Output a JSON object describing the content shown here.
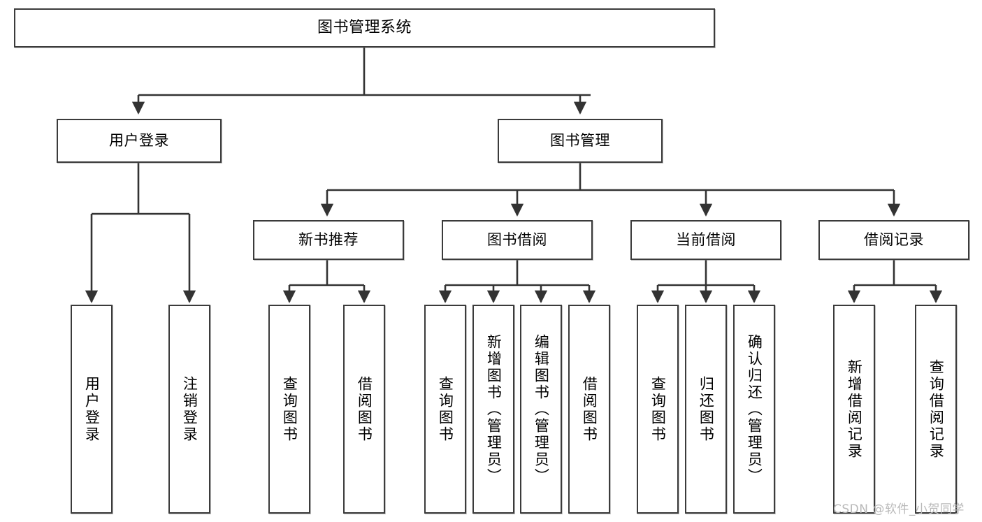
{
  "diagram": {
    "title": "图书管理系统",
    "type": "tree-hierarchy",
    "colors": {
      "box_border": "#3b3b3b",
      "box_fill": "#ffffff",
      "edge": "#333333",
      "text": "#000000",
      "watermark": "#b9b9b9"
    },
    "root": {
      "label": "图书管理系统"
    },
    "level2": [
      {
        "id": "user-login",
        "label": "用户登录"
      },
      {
        "id": "book-manage",
        "label": "图书管理"
      }
    ],
    "level3": [
      {
        "id": "new-book-rec",
        "label": "新书推荐"
      },
      {
        "id": "book-borrow",
        "label": "图书借阅"
      },
      {
        "id": "current-borrow",
        "label": "当前借阅"
      },
      {
        "id": "borrow-record",
        "label": "借阅记录"
      }
    ],
    "leaves": [
      {
        "id": "leaf-user-login",
        "parent": "user-login",
        "label": "用户登录"
      },
      {
        "id": "leaf-logout",
        "parent": "user-login",
        "label": "注销登录"
      },
      {
        "id": "leaf-query-book-1",
        "parent": "new-book-rec",
        "label": "查询图书"
      },
      {
        "id": "leaf-borrow-book-1",
        "parent": "new-book-rec",
        "label": "借阅图书"
      },
      {
        "id": "leaf-query-book-2",
        "parent": "book-borrow",
        "label": "查询图书"
      },
      {
        "id": "leaf-add-book",
        "parent": "book-borrow",
        "label": "新增图书（管理员）"
      },
      {
        "id": "leaf-edit-book",
        "parent": "book-borrow",
        "label": "编辑图书（管理员）"
      },
      {
        "id": "leaf-borrow-book-2",
        "parent": "book-borrow",
        "label": "借阅图书"
      },
      {
        "id": "leaf-query-book-3",
        "parent": "current-borrow",
        "label": "查询图书"
      },
      {
        "id": "leaf-return-book",
        "parent": "current-borrow",
        "label": "归还图书"
      },
      {
        "id": "leaf-confirm-return",
        "parent": "current-borrow",
        "label": "确认归还（管理员）"
      },
      {
        "id": "leaf-add-record",
        "parent": "borrow-record",
        "label": "新增借阅记录"
      },
      {
        "id": "leaf-query-record",
        "parent": "borrow-record",
        "label": "查询借阅记录"
      }
    ],
    "watermark": "CSDN @软件_小贺同学"
  }
}
